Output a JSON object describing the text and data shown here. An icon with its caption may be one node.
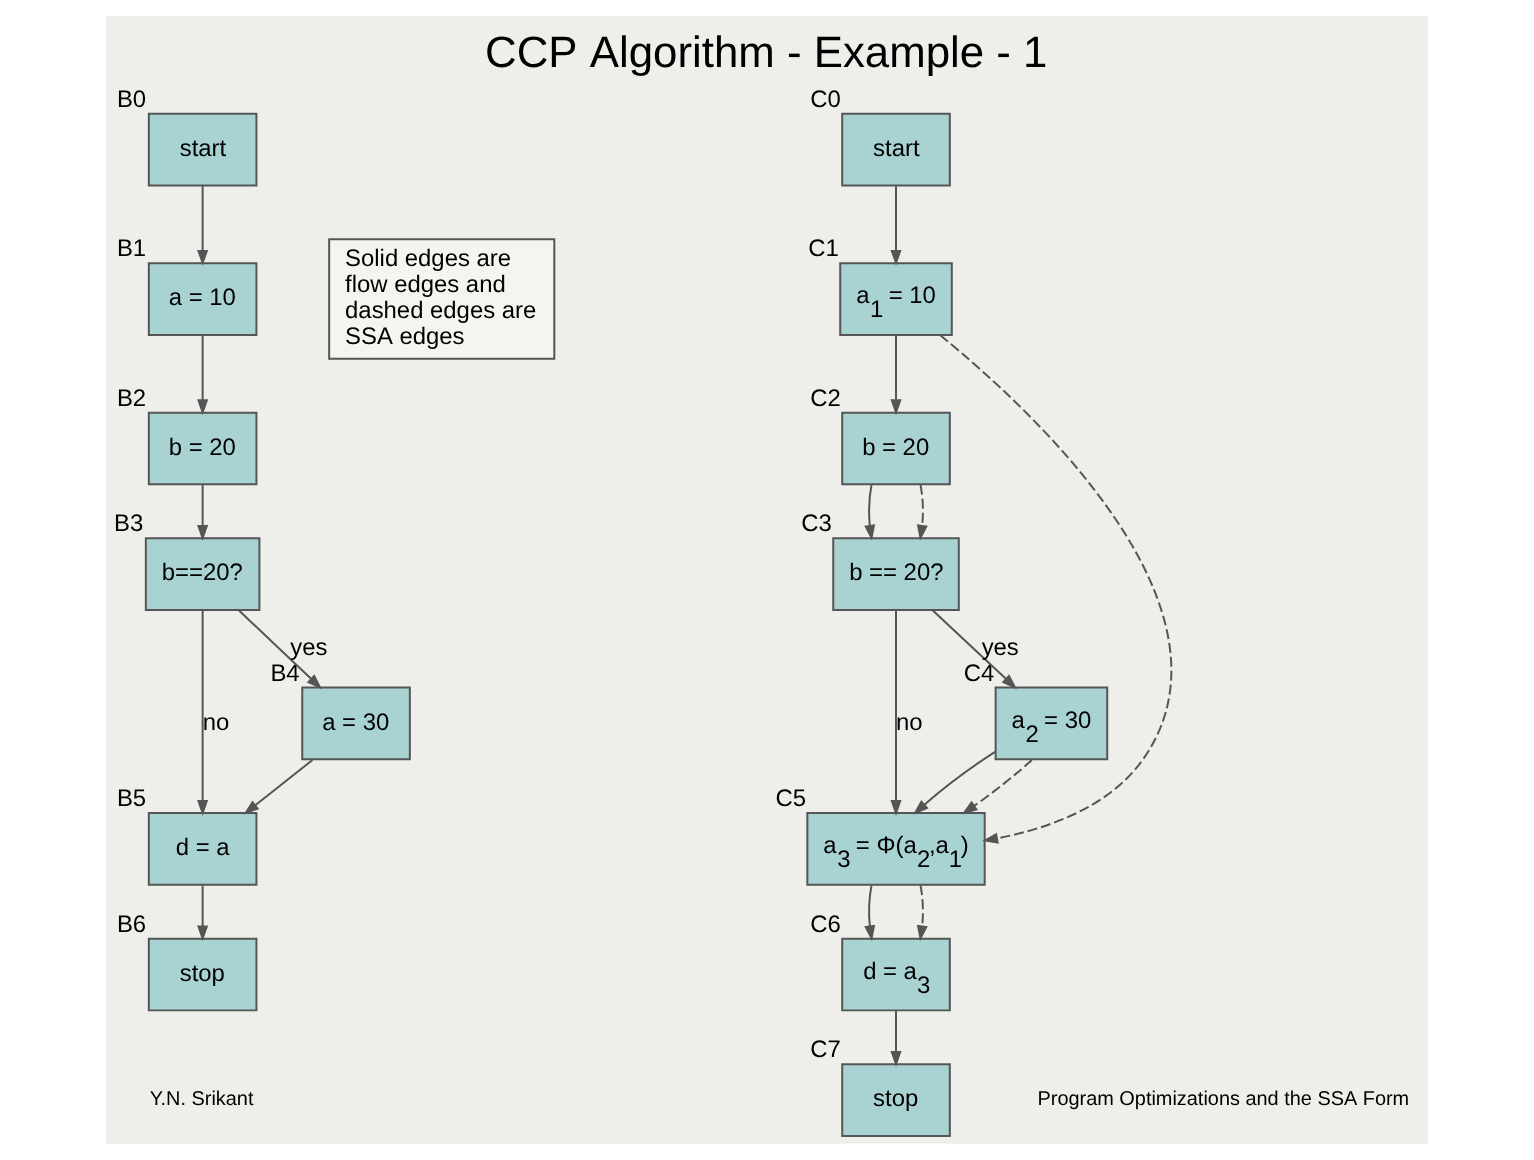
{
  "diagram": {
    "title": "CCP Algorithm - Example - 1",
    "nodes": [
      {
        "text": [
          "start"
        ],
        "beside": [
          "B0"
        ]
      },
      {
        "text": [
          "a = 10"
        ],
        "beside": [
          "B1"
        ]
      },
      {
        "text": [
          "b = 20"
        ],
        "beside": [
          "B2"
        ]
      },
      {
        "text": [
          "b==20?"
        ],
        "beside": [
          "B3"
        ]
      },
      {
        "text": [
          "a = 30"
        ],
        "beside": [
          "B4"
        ]
      },
      {
        "text": [
          "d = a"
        ],
        "beside": [
          "B5"
        ]
      },
      {
        "text": [
          "stop"
        ],
        "beside": [
          "B6"
        ]
      },
      {
        "text": [
          "start"
        ],
        "beside": [
          "C0"
        ]
      },
      {
        "text": [
          "a$_{1}$ = 10"
        ],
        "beside": [
          "C1"
        ]
      },
      {
        "text": [
          "b = 20"
        ],
        "beside": [
          "C2"
        ]
      },
      {
        "text": [
          "b == 20?"
        ],
        "beside": [
          "C3"
        ]
      },
      {
        "text": [
          "a$_{2}$ = 30"
        ],
        "beside": [
          "C4"
        ]
      },
      {
        "text": [
          "a$_{3}$ = Φ(a$_{2}$,a$_{1}$)"
        ],
        "beside": [
          "C5"
        ]
      },
      {
        "text": [
          "d = a$_{3}$"
        ],
        "beside": [
          "C6"
        ]
      },
      {
        "text": [
          "stop"
        ],
        "beside": [
          "C7"
        ]
      }
    ],
    "edges": [
      {
        "from": 0,
        "to": 1,
        "arrow": "to"
      },
      {
        "from": 1,
        "to": 2,
        "arrow": "to"
      },
      {
        "from": 2,
        "to": 3,
        "arrow": "to"
      },
      {
        "from": 3,
        "to": 4,
        "arrow": "to",
        "label": "yes"
      },
      {
        "from": 3,
        "to": 5,
        "arrow": "to",
        "label": "no"
      },
      {
        "from": 4,
        "to": 5,
        "arrow": "to"
      },
      {
        "from": 5,
        "to": 6,
        "arrow": "to"
      },
      {
        "from": 7,
        "to": 8,
        "arrow": "to"
      },
      {
        "from": 8,
        "to": 9,
        "arrow": "to"
      },
      {
        "from": 9,
        "to": 10,
        "arrow": "to"
      },
      {
        "from": 10,
        "to": 11,
        "arrow": "to",
        "label": "yes"
      },
      {
        "from": 10,
        "to": 12,
        "arrow": "to",
        "label": "no"
      },
      {
        "from": 11,
        "to": 12,
        "arrow": "to"
      },
      {
        "from": 12,
        "to": 13,
        "arrow": "to"
      },
      {
        "from": 13,
        "to": 14,
        "arrow": "to"
      },
      {
        "from": 8,
        "to": 12,
        "arrow": "to",
        "style": "dashed"
      },
      {
        "from": 9,
        "to": 10,
        "arrow": "to",
        "style": "dashed"
      },
      {
        "from": 11,
        "to": 12,
        "arrow": "to",
        "style": "dashed"
      },
      {
        "from": 12,
        "to": 13,
        "arrow": "to",
        "style": "dashed"
      }
    ],
    "labels": [
      "Solid edges are flow edges and dashed edges are SSA edges",
      "Y.N. Srikant",
      "Program Optimizations and the SSA Form"
    ]
  }
}
